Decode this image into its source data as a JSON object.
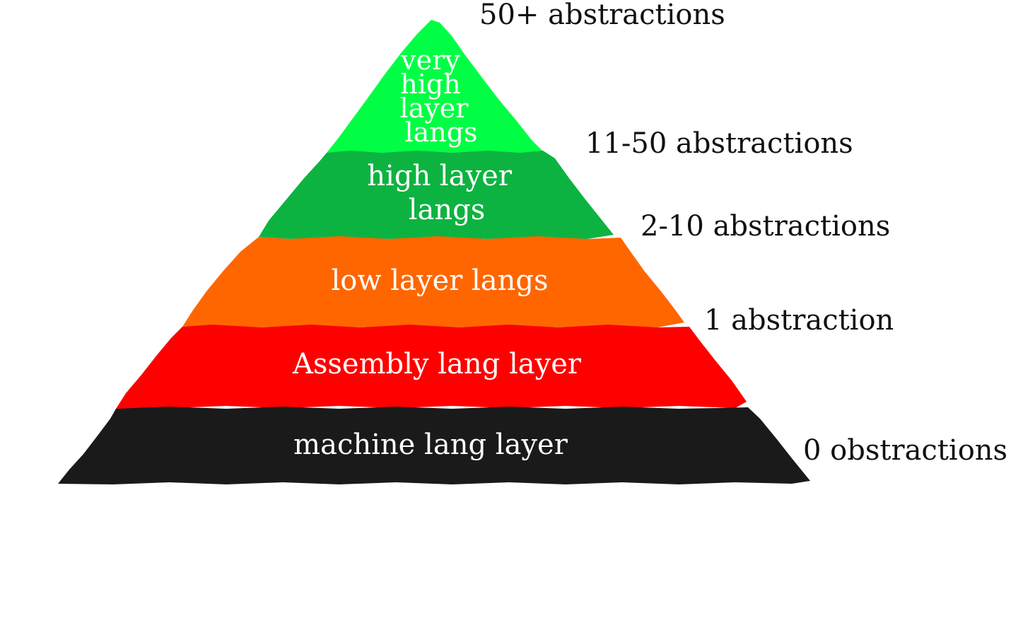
{
  "layers": [
    {
      "label_lines": [
        "very",
        "high",
        "layer",
        "langs"
      ],
      "color": "#00ff44",
      "abstraction_label": "50+ abstractions"
    },
    {
      "label_lines": [
        "high layer",
        "langs"
      ],
      "color": "#0db340",
      "abstraction_label": "11-50 abstractions"
    },
    {
      "label_lines": [
        "low layer langs"
      ],
      "color": "#ff6600",
      "abstraction_label": "2-10 abstractions"
    },
    {
      "label_lines": [
        "Assembly lang layer"
      ],
      "color": "#ff0000",
      "abstraction_label": "1 abstraction"
    },
    {
      "label_lines": [
        "machine lang layer"
      ],
      "color": "#1a1a1a",
      "abstraction_label": "0 obstractions"
    }
  ]
}
